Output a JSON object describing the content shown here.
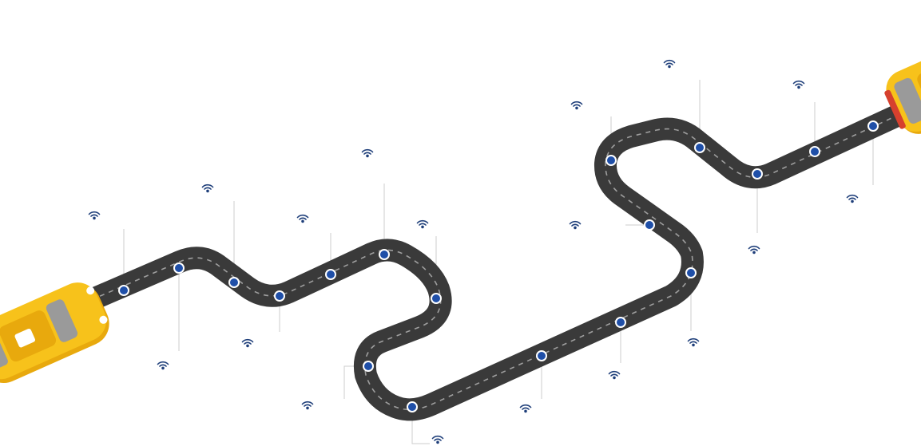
{
  "diagram": {
    "kind": "road-timeline",
    "colors": {
      "road": "#3a3a3a",
      "lane_dashes": "#9e9e9e",
      "milestone_dot": "#1f4fa8",
      "milestone_ring": "#ffffff",
      "wifi_icon": "#1f3f7a",
      "connector_line": "#cccccc",
      "car_body": "#f7c21b",
      "car_shadow": "#e8a90d",
      "car_glass": "#9a9a9a"
    },
    "milestone_count": 17,
    "icons": {
      "milestone": "milestone-dot",
      "signal": "wifi-icon",
      "vehicle": "taxi-car"
    }
  }
}
